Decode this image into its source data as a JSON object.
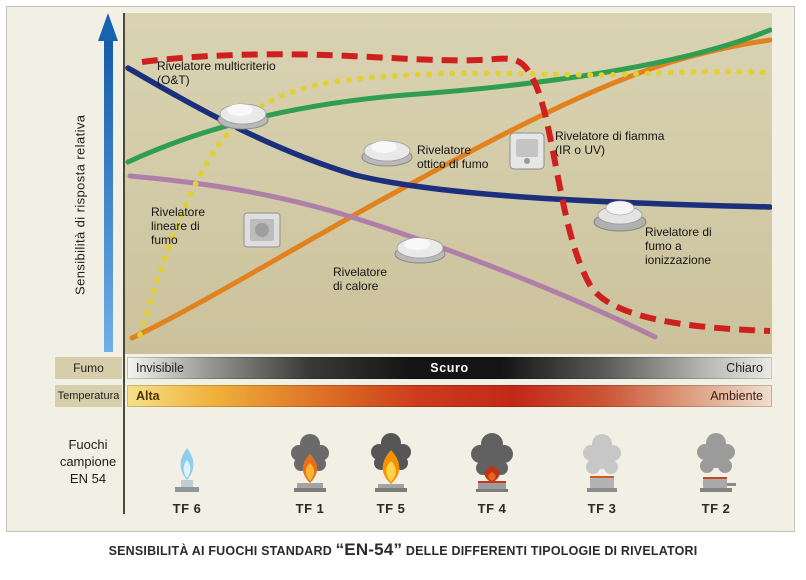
{
  "figure": {
    "y_axis_label": "Sensibilità di risposta relativa",
    "detector_labels": {
      "multicriterio": "Rivelatore multicriterio\n(O&T)",
      "ottico": "Rivelatore\nottico di fumo",
      "fiamma": "Rivelatore di fiamma\n(IR o UV)",
      "lineare": "Rivelatore\nlineare di\nfumo",
      "calore": "Rivelatore\ndi calore",
      "ionizzazione": "Rivelatore di\nfumo a\nionizzazione"
    }
  },
  "rows": {
    "fumo": {
      "label": "Fumo",
      "left": "Invisibile",
      "center": "Scuro",
      "right": "Chiaro"
    },
    "temperatura": {
      "label": "Temperatura",
      "left": "Alta",
      "right": "Ambiente"
    },
    "fuochi": {
      "label": "Fuochi\ncampione\nEN 54",
      "items": [
        {
          "id": "tf6",
          "label": "TF 6"
        },
        {
          "id": "tf1",
          "label": "TF 1"
        },
        {
          "id": "tf5",
          "label": "TF 5"
        },
        {
          "id": "tf4",
          "label": "TF 4"
        },
        {
          "id": "tf3",
          "label": "TF 3"
        },
        {
          "id": "tf2",
          "label": "TF 2"
        }
      ]
    }
  },
  "caption": {
    "part1": "SENSIBILITÀ AI FUOCHI STANDARD ",
    "en": "“EN-54”",
    "part2": " DELLE DIFFERENTI TIPOLOGIE DI RIVELATORI"
  },
  "chart_data": {
    "type": "line",
    "title": "Sensibilità ai fuochi standard EN-54 delle differenti tipologie di rivelatori",
    "xlabel": "Fuochi campione EN 54",
    "ylabel": "Sensibilità di risposta relativa",
    "x_categories": [
      "TF 6",
      "TF 1",
      "TF 5",
      "TF 4",
      "TF 3",
      "TF 2"
    ],
    "x_scales": {
      "fumo": {
        "label": "Fumo",
        "scale": [
          "Invisibile",
          "Scuro",
          "Chiaro"
        ]
      },
      "temperatura": {
        "label": "Temperatura",
        "scale": [
          "Alta",
          "Ambiente"
        ]
      }
    },
    "ylim": [
      0,
      100
    ],
    "grid": false,
    "legend_position": "annotations-on-plot",
    "series": [
      {
        "name": "Rivelatore multicriterio (O&T)",
        "color": "#2f9e50",
        "line_style": "solid",
        "values": [
          56,
          67,
          73,
          78,
          85,
          96
        ]
      },
      {
        "name": "Rivelatore di fumo a ionizzazione",
        "color": "#1c2f7c",
        "line_style": "solid",
        "values": [
          83,
          62,
          53,
          48,
          45,
          43
        ]
      },
      {
        "name": "Rivelatore ottico di fumo",
        "color": "#e2821f",
        "line_style": "solid",
        "values": [
          5,
          24,
          46,
          70,
          85,
          92
        ]
      },
      {
        "name": "Rivelatore di calore",
        "color": "#b07fa8",
        "line_style": "solid",
        "values": [
          52,
          49,
          40,
          26,
          10,
          null
        ]
      },
      {
        "name": "Rivelatore di fiamma (IR o UV)",
        "color": "#cf2020",
        "line_style": "dashed",
        "values": [
          86,
          88,
          87,
          85,
          15,
          6
        ]
      },
      {
        "name": "Rivelatore lineare di fumo",
        "color": "#e3cf2e",
        "line_style": "dotted",
        "values": [
          7,
          70,
          80,
          81,
          80,
          80
        ]
      }
    ]
  }
}
